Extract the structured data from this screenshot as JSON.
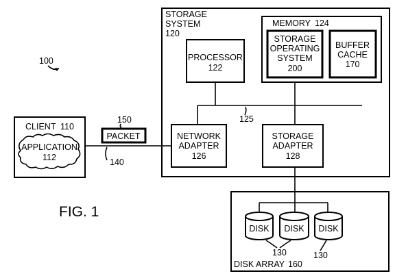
{
  "figure": {
    "ref_number": "100",
    "caption": "FIG. 1"
  },
  "storage_system": {
    "title_line1": "STORAGE",
    "title_line2": "SYSTEM",
    "ref": "120"
  },
  "memory": {
    "title": "MEMORY",
    "ref": "124"
  },
  "storage_os": {
    "line1": "STORAGE",
    "line2": "OPERATING",
    "line3": "SYSTEM",
    "ref": "200"
  },
  "buffer_cache": {
    "line1": "BUFFER",
    "line2": "CACHE",
    "ref": "170"
  },
  "processor": {
    "label": "PROCESSOR",
    "ref": "122"
  },
  "bus": {
    "ref": "125"
  },
  "network_adapter": {
    "line1": "NETWORK",
    "line2": "ADAPTER",
    "ref": "126"
  },
  "storage_adapter": {
    "line1": "STORAGE",
    "line2": "ADAPTER",
    "ref": "128"
  },
  "client": {
    "title": "CLIENT",
    "ref": "110"
  },
  "application": {
    "label": "APPLICATION",
    "ref": "112"
  },
  "packet": {
    "label": "PACKET",
    "ref": "150"
  },
  "link": {
    "ref": "140"
  },
  "disk_array": {
    "title": "DISK ARRAY",
    "ref": "160",
    "disk_label": "DISK",
    "disk_ref": "130"
  }
}
